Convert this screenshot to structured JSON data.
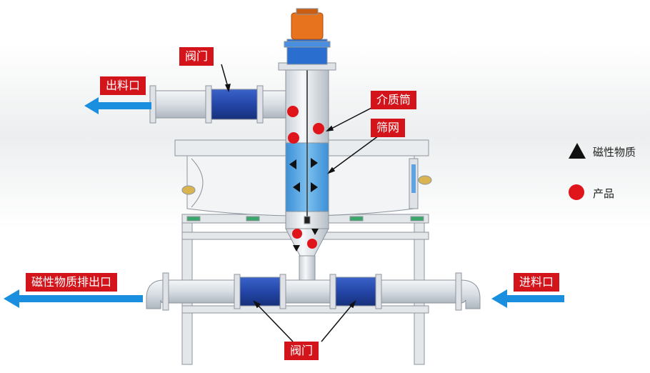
{
  "labels": {
    "valve_top": "阀门",
    "outlet": "出料口",
    "media_cylinder": "介质筒",
    "screen": "筛网",
    "magnetic_outlet": "磁性物质排出口",
    "inlet": "进料口",
    "valve_bottom": "阀门"
  },
  "legend": [
    {
      "symbol": "triangle",
      "label": "磁性物质"
    },
    {
      "symbol": "circle",
      "label": "产品"
    }
  ],
  "colors": {
    "label_bg": "#d3141b",
    "arrow": "#1a8fe0",
    "valve": "#2446a8",
    "actuator": "#e8731e",
    "product": "#e0141b"
  }
}
